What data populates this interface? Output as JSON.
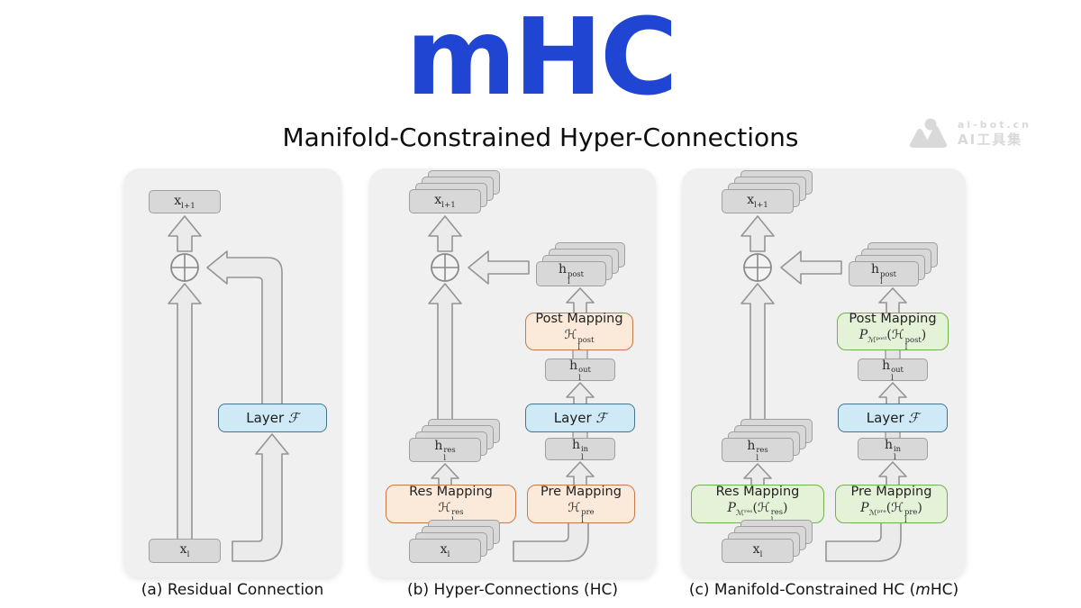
{
  "header": {
    "title": "mHC",
    "subtitle": "Manifold-Constrained Hyper-Connections"
  },
  "watermark": {
    "site": "ai-bot.cn",
    "brand": "AI工具集"
  },
  "colors": {
    "title_blue": "#1f45d2",
    "panel_bg": "#f0f0f0",
    "box_gray": "#d8d8d8",
    "layer_fill": "#cfe9f7",
    "layer_border": "#44758e",
    "mapping_orange_fill": "#fbe9d9",
    "mapping_orange_border": "#c4794e",
    "mapping_green_fill": "#e4f3d8",
    "mapping_green_border": "#72b050",
    "arrow_fill": "#ebebeb",
    "arrow_stroke": "#949494"
  },
  "panels": {
    "a": {
      "caption": "(a) Residual Connection",
      "labels": {
        "x_out": "x_{l+1}",
        "x_in": "x_{l}",
        "layer": "Layer \\F"
      }
    },
    "b": {
      "caption": "(b) Hyper-Connections (HC)",
      "labels": {
        "x_out": "x_{l+1}",
        "x_in": "x_{l}",
        "h_post": "h_{l}^{post}",
        "h_out": "h_{l}^{out}",
        "h_in": "h_{l}^{in}",
        "h_res": "h_{l}^{res}",
        "layer": "Layer \\F",
        "post_title": "Post Mapping",
        "post_formula": "\\H_{l}^{post}",
        "pre_title": "Pre Mapping",
        "pre_formula": "\\H_{l}^{pre}",
        "res_title": "Res Mapping",
        "res_formula": "\\H_{l}^{res}"
      }
    },
    "c": {
      "caption": "(c) Manifold-Constrained HC (\\mHC)",
      "labels": {
        "x_out": "x_{l+1}",
        "x_in": "x_{l}",
        "h_post": "h_{l}^{post}",
        "h_out": "h_{l}^{out}",
        "h_in": "h_{l}^{in}",
        "h_res": "h_{l}^{res}",
        "layer": "Layer \\F",
        "post_title": "Post Mapping",
        "post_formula": "\\P_{\\Mᵖᵒˢᵗ}(\\H_{l}^{post})",
        "pre_title": "Pre Mapping",
        "pre_formula": "\\P_{\\Mᵖʳᵉ}(\\H_{l}^{pre})",
        "res_title": "Res Mapping",
        "res_formula": "\\P_{\\Mʳᵉˢ}(\\H_{l}^{res})"
      }
    }
  }
}
